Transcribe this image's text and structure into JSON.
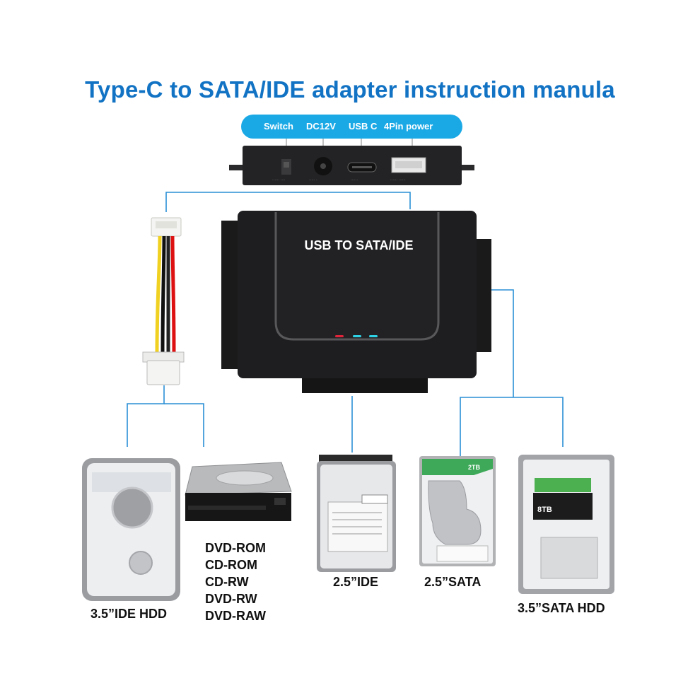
{
  "title": "Type-C to SATA/IDE adapter instruction manula",
  "ports": {
    "switch": "Switch",
    "dc12v": "DC12V",
    "usbc": "USB C",
    "power4pin": "4Pin power"
  },
  "adapter_label": "USB TO SATA/IDE",
  "devices": {
    "ide_hdd_35": "3.5”IDE HDD",
    "ide_25": "2.5”IDE",
    "sata_25": "2.5”SATA",
    "sata_hdd_35": "3.5”SATA HDD",
    "sata_25_capacity": "2TB",
    "sata_35_capacity": "8TB"
  },
  "optical_formats": [
    "DVD-ROM",
    "CD-ROM",
    "CD-RW",
    "DVD-RW",
    "DVD-RAW"
  ],
  "colors": {
    "title": "#1273c4",
    "pill": "#1ba9e6",
    "connector_lines": "#2a8fd6",
    "adapter_body": "#1e1e20",
    "led_red": "#e0243a",
    "led_cyan": "#2fd3e6",
    "hdd_label_green": "#4caf50"
  }
}
